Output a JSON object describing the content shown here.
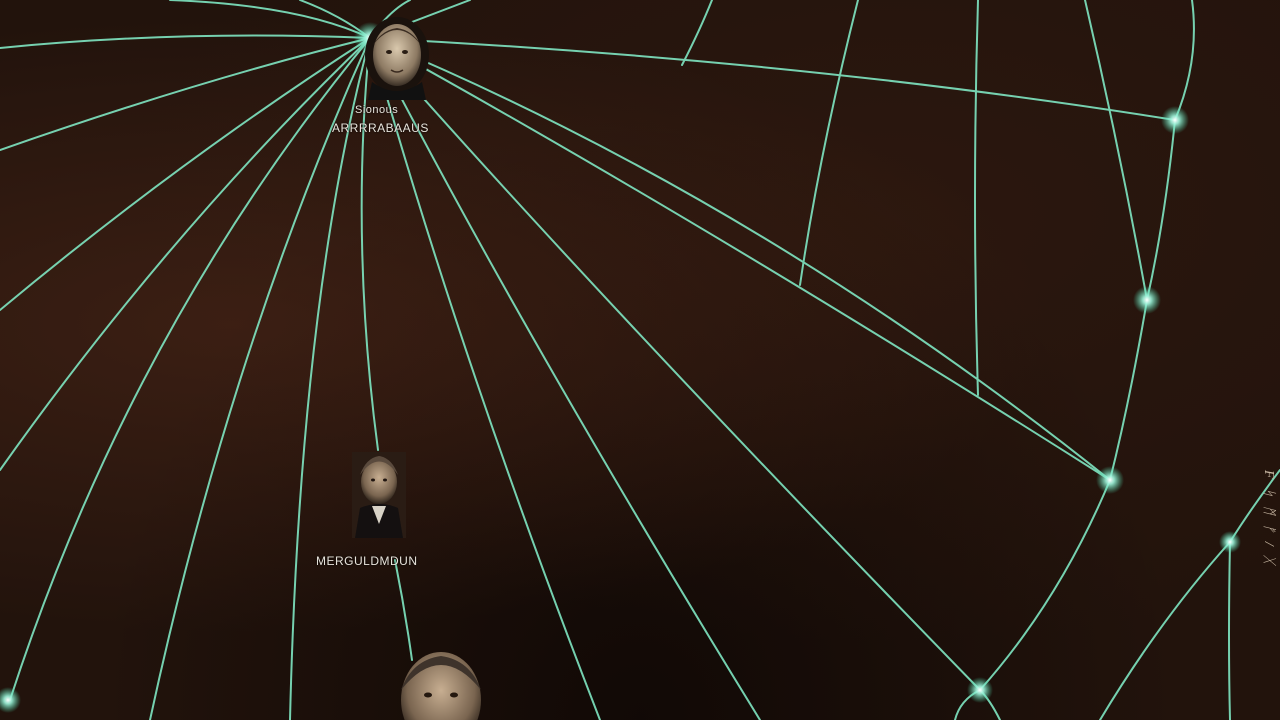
{
  "portraits": [
    {
      "id": "top",
      "label_line1": "Sionous",
      "label_line2": "ARRRRABAAUS"
    },
    {
      "id": "middle",
      "label": "MERGULDMDUN"
    },
    {
      "id": "bottom",
      "label": ""
    }
  ],
  "margin_note": "F ᛋ ᛗ ᚠ / ᚷ",
  "colors": {
    "background": "#22130c",
    "line": "#7fe6c2",
    "node_glow": "#9ff5dc",
    "label": "#e8e4dc"
  }
}
